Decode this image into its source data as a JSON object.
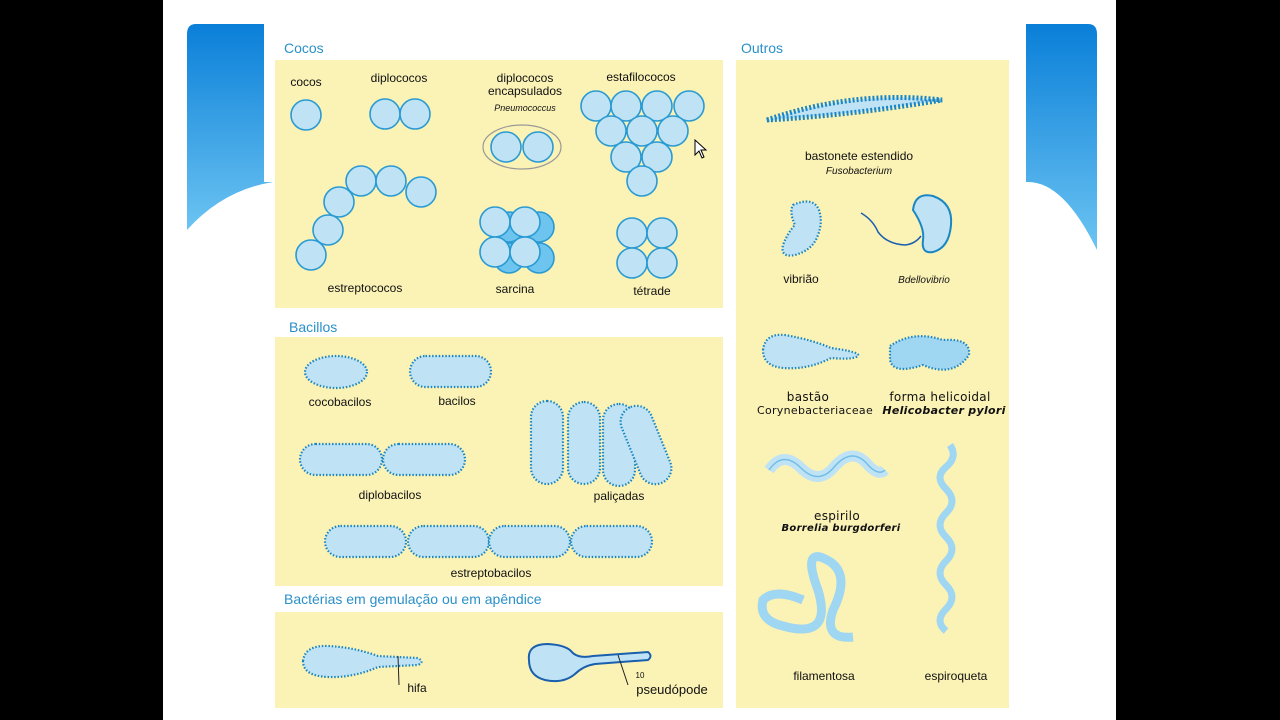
{
  "sections": {
    "cocos": "Cocos",
    "bacillos": "Bacillos",
    "gemulacao": "Bactérias em gemulação ou em apêndice",
    "outros": "Outros"
  },
  "labels": {
    "cocos": "cocos",
    "diplococos": "diplococos",
    "diplococos_encapsulados_1": "diplococos",
    "diplococos_encapsulados_2": "encapsulados",
    "pneumococcus": "Pneumococcus",
    "estafilococos": "estafilococos",
    "estreptococos": "estreptococos",
    "sarcina": "sarcina",
    "tetrade": "tétrade",
    "cocobacilos": "cocobacilos",
    "bacilos": "bacilos",
    "diplobacilos": "diplobacilos",
    "palicadas": "paliçadas",
    "estreptobacilos": "estreptobacilos",
    "hifa": "hifa",
    "pseudopode": "pseudópode",
    "marker_10": "10",
    "bastonete_estendido": "bastonete estendido",
    "fusobacterium": "Fusobacterium",
    "vibriao": "vibrião",
    "bdellovibrio": "Bdellovibrio",
    "bastao": "bastão",
    "corynebacteriaceae": "Corynebacteriaceae",
    "forma_helicoidal": "forma helicoidal",
    "helicobacter": "Helicobacter pylori",
    "espirilo": "espirilo",
    "borrelia": "Borrelia burgdorferi",
    "filamentosa": "filamentosa",
    "espiroqueta": "espiroqueta"
  },
  "colors": {
    "cell_fill": "#bfe3f5",
    "cell_stroke": "#2a9ad3",
    "panel_bg": "#fbf2b6",
    "title": "#2a90c8",
    "slide_accent": "#1d8fdc"
  }
}
